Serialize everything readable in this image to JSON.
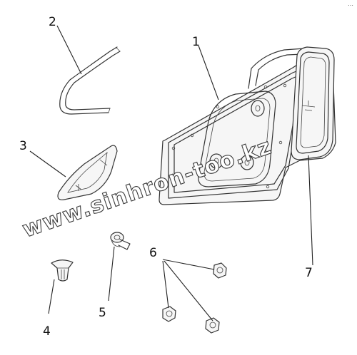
{
  "diagram": {
    "corner_mark": "…",
    "watermark": "www.sinhron-too.kz",
    "callouts": [
      "1",
      "2",
      "3",
      "4",
      "5",
      "6",
      "7"
    ]
  }
}
